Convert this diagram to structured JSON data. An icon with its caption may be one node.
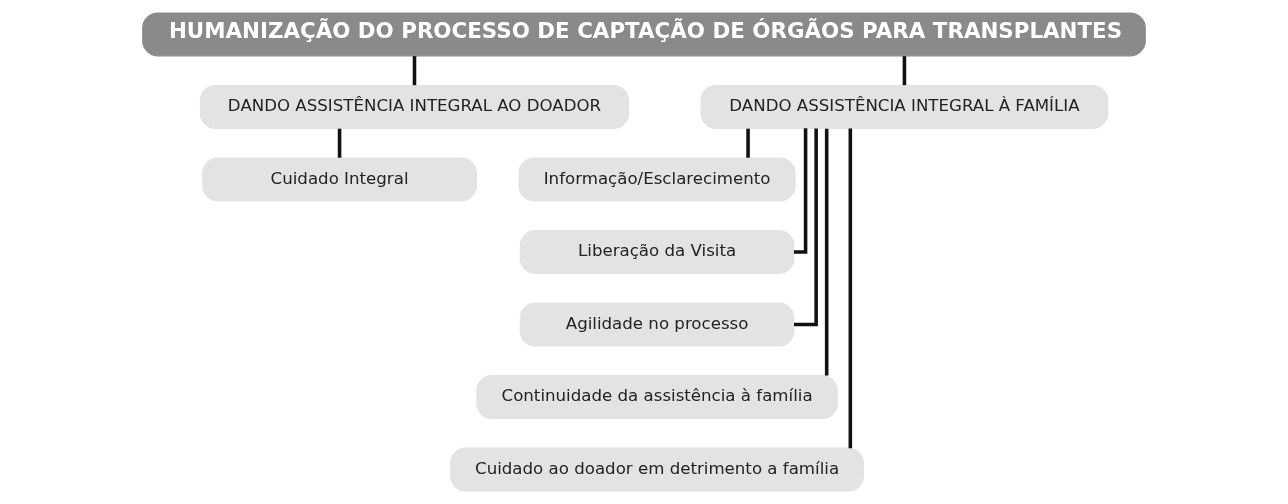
{
  "diagram": {
    "nodes": [
      {
        "text": [
          "HUMANIZAÇÃO DO PROCESSO DE CAPTAÇÃO DE ÓRGÃOS PARA TRANSPLANTES"
        ]
      },
      {
        "text": [
          "DANDO ASSISTÊNCIA INTEGRAL AO DOADOR"
        ]
      },
      {
        "text": [
          "DANDO ASSISTÊNCIA INTEGRAL À FAMÍLIA"
        ]
      },
      {
        "text": [
          "Cuidado Integral"
        ]
      },
      {
        "text": [
          "Informação/Esclarecimento"
        ]
      },
      {
        "text": [
          "Liberação da Visita"
        ]
      },
      {
        "text": [
          "Agilidade no processo"
        ]
      },
      {
        "text": [
          "Continuidade da assistência à família"
        ]
      },
      {
        "text": [
          "Cuidado ao doador em detrimento a família"
        ]
      }
    ],
    "edges": [
      {
        "from": 0,
        "to": 1,
        "arrow": "none"
      },
      {
        "from": 0,
        "to": 2,
        "arrow": "none"
      },
      {
        "from": 1,
        "to": 3,
        "arrow": "none"
      },
      {
        "from": 2,
        "to": 4,
        "arrow": "none"
      },
      {
        "from": 2,
        "to": 5,
        "arrow": "none"
      },
      {
        "from": 2,
        "to": 6,
        "arrow": "none"
      },
      {
        "from": 2,
        "to": 7,
        "arrow": "none"
      },
      {
        "from": 2,
        "to": 8,
        "arrow": "none"
      }
    ]
  }
}
